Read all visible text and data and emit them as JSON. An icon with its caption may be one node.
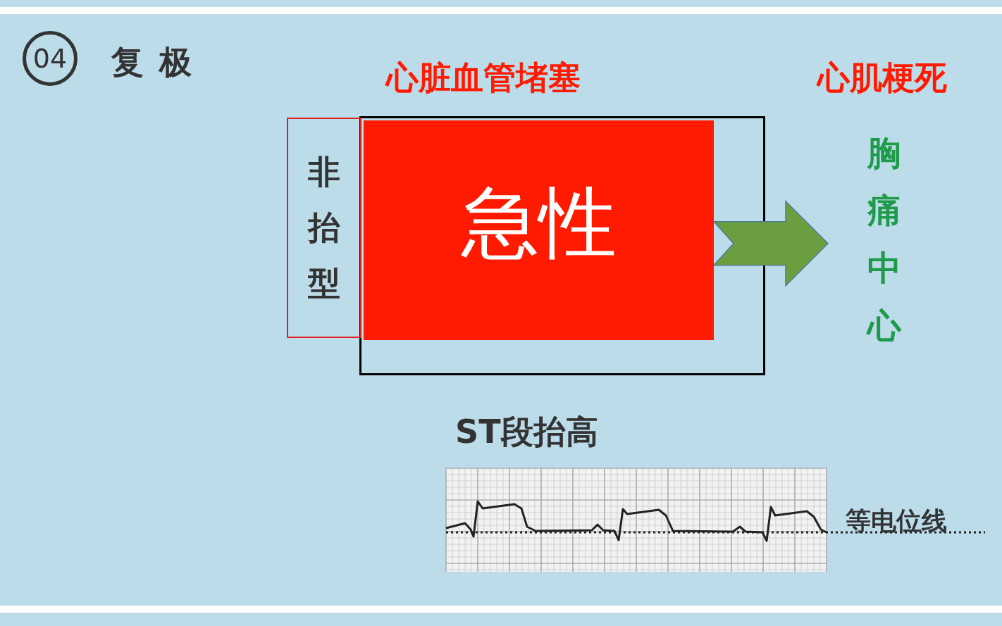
{
  "diagram": {
    "title": "复极",
    "nodes": [
      {
        "text": [
          "04"
        ]
      },
      {
        "text": [],
        "shape": "box"
      },
      {
        "text": [
          "非抬型"
        ]
      },
      {
        "text": [
          "急性"
        ],
        "in": 1
      },
      {
        "text": [
          "胸痛中心"
        ]
      }
    ],
    "edges": [
      {
        "from": 3,
        "to": 4,
        "arrow": "to"
      }
    ],
    "labels": [
      "心脏血管堵塞",
      "心肌梗死",
      "ST段抬高",
      "等电位线"
    ]
  }
}
